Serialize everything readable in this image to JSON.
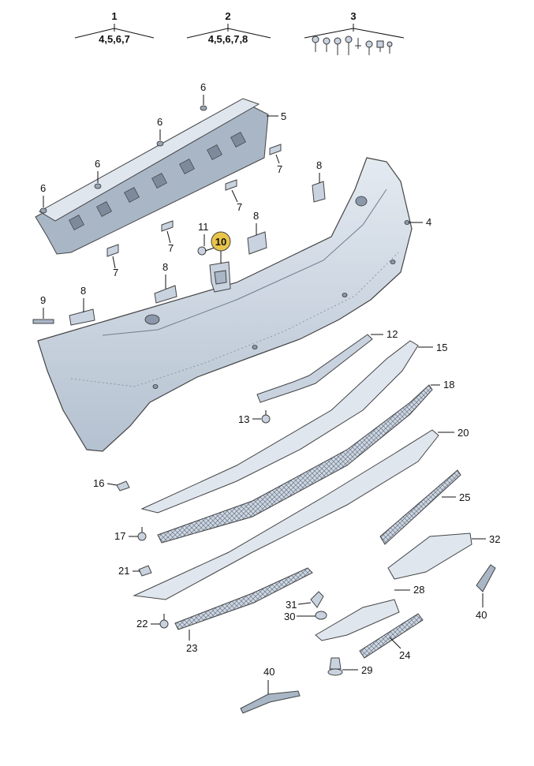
{
  "header_groups": [
    {
      "number": "1",
      "contents": "4,5,6,7"
    },
    {
      "number": "2",
      "contents": "4,5,6,7,8"
    },
    {
      "number": "3",
      "contents": ""
    }
  ],
  "callouts": {
    "c4": "4",
    "c5": "5",
    "c6a": "6",
    "c6b": "6",
    "c6c": "6",
    "c6d": "6",
    "c7a": "7",
    "c7b": "7",
    "c7c": "7",
    "c7d": "7",
    "c8a": "8",
    "c8b": "8",
    "c8c": "8",
    "c8d": "8",
    "c9": "9",
    "c10": "10",
    "c11": "11",
    "c12": "12",
    "c13": "13",
    "c15": "15",
    "c16": "16",
    "c17": "17",
    "c18": "18",
    "c20": "20",
    "c21": "21",
    "c22": "22",
    "c23": "23",
    "c24": "24",
    "c25": "25",
    "c28": "28",
    "c29": "29",
    "c30": "30",
    "c31": "31",
    "c32": "32",
    "c40a": "40",
    "c40b": "40"
  },
  "highlighted_part": "10",
  "colors": {
    "highlight": "#e8c54a",
    "part": "#c9d3e0",
    "line": "#111111"
  }
}
